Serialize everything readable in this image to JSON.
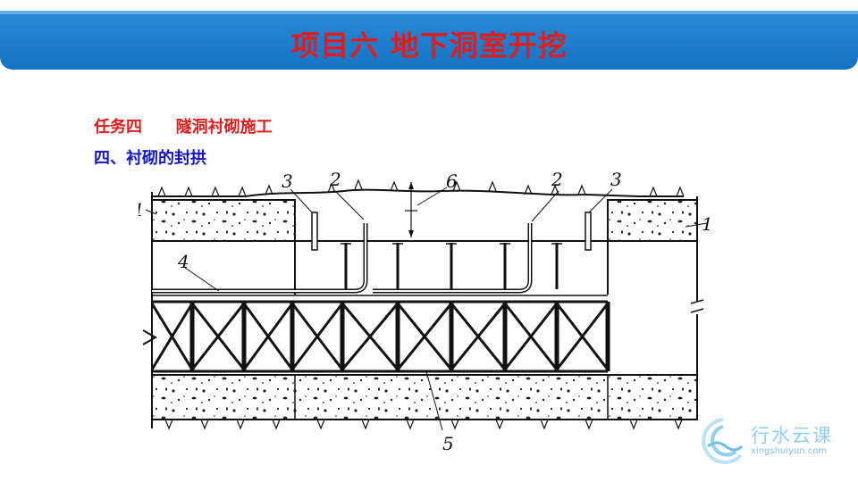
{
  "header": {
    "title": "项目六  地下洞室开挖"
  },
  "content": {
    "task": "任务四      隧洞衬砌施工",
    "subtitle": "四、衬砌的封拱"
  },
  "diagram": {
    "labels": {
      "l1_left": "1",
      "l1_right": "1",
      "l2_left": "2",
      "l2_right": "2",
      "l3_left": "3",
      "l3_right": "3",
      "l4": "4",
      "l5": "5",
      "l6": "6"
    }
  },
  "logo": {
    "name": "行水云课",
    "url": "xingshuiyun.com",
    "icon": "water-wave-icon"
  },
  "colors": {
    "header": "#1673c4",
    "title": "#e01c1c",
    "subtitle": "#1515c8"
  }
}
